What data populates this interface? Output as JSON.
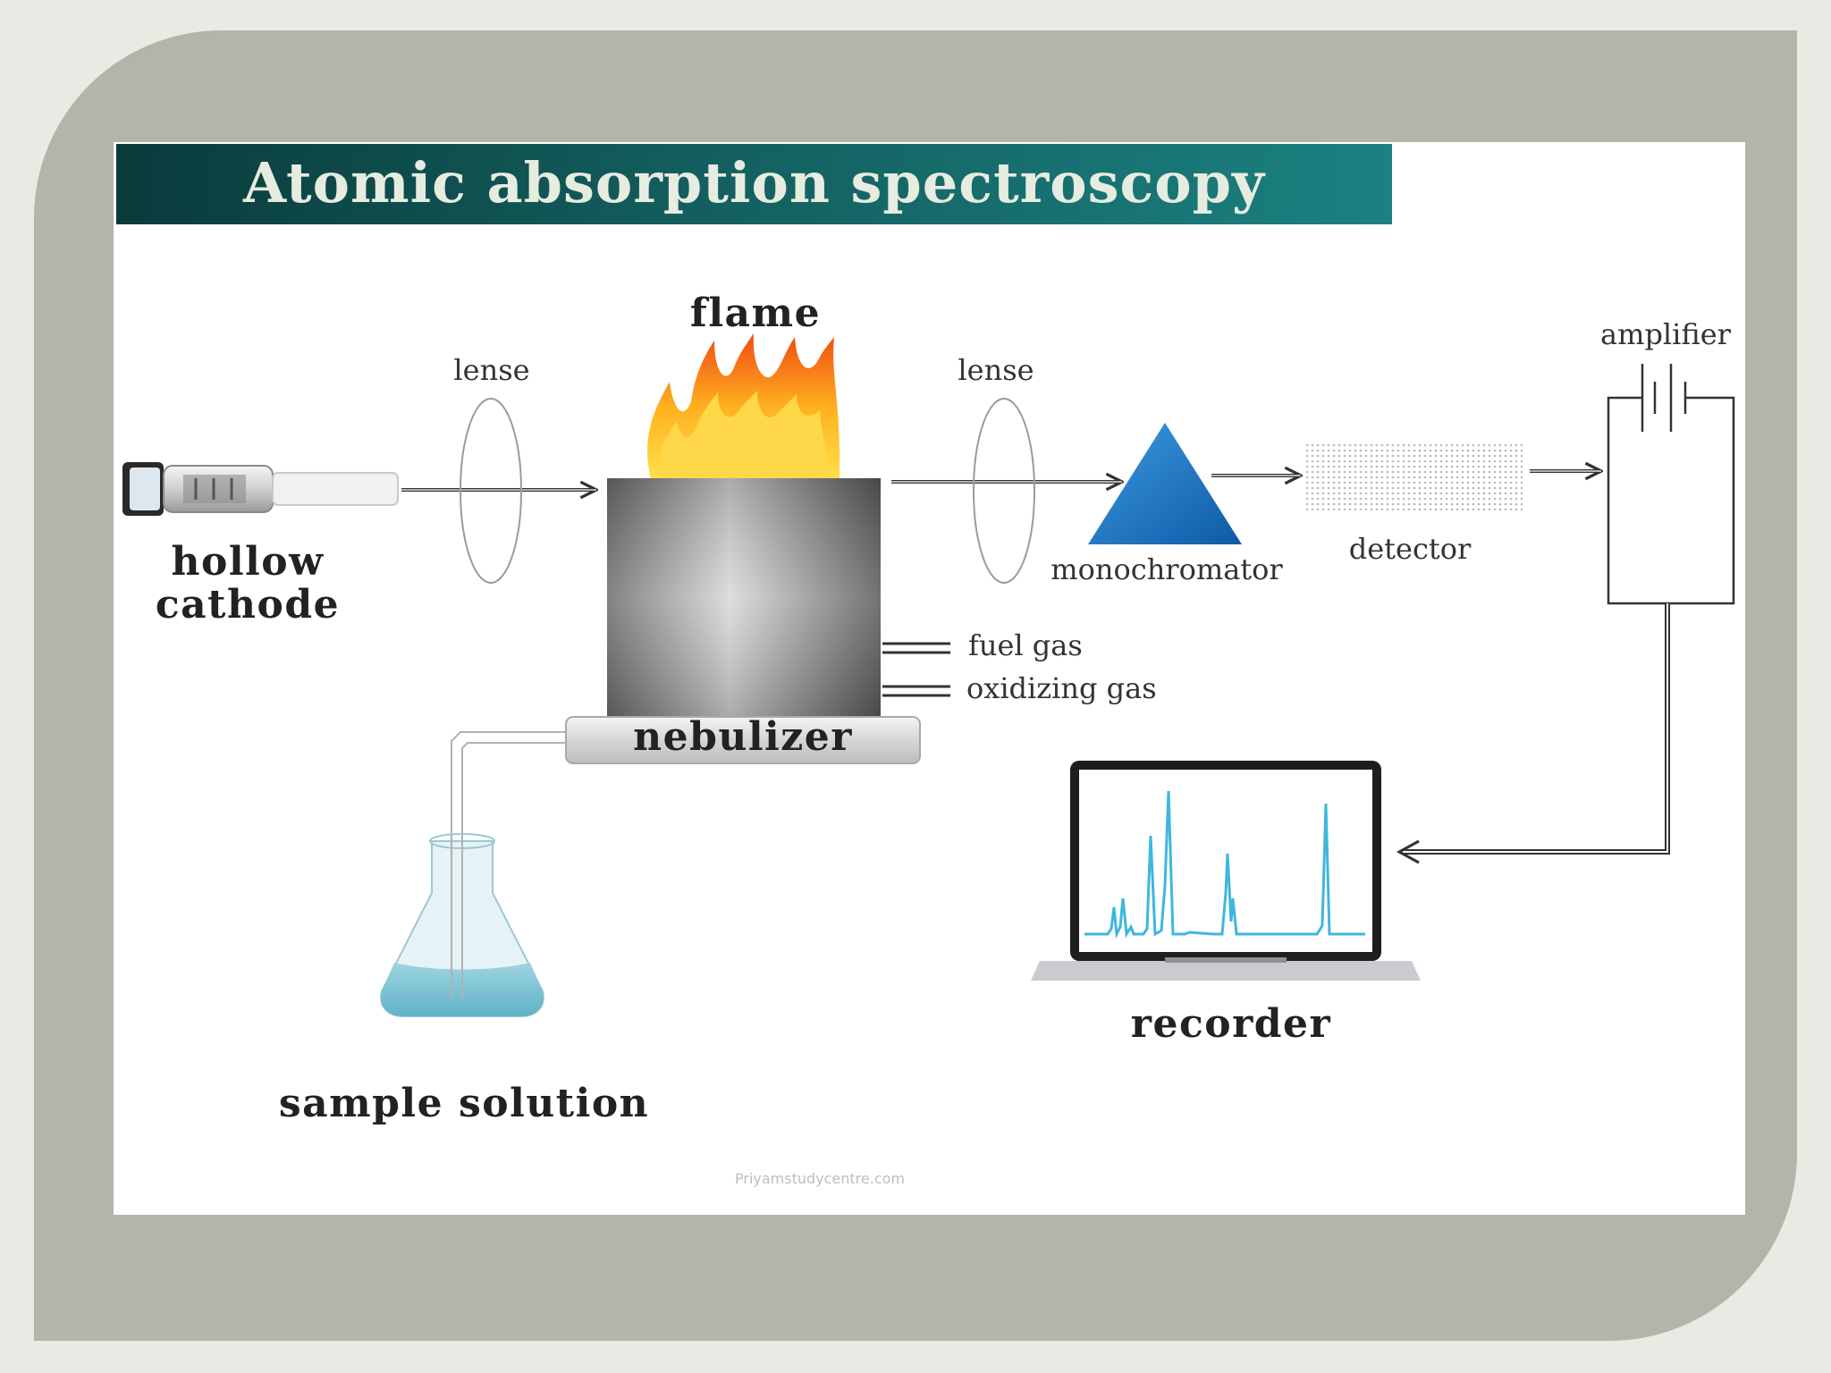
{
  "title": "Atomic absorption spectroscopy",
  "labels": {
    "flame": "flame",
    "lense_left": "lense",
    "lense_right": "lense",
    "amplifier": "amplifier",
    "hollow_cathode_line1": "hollow",
    "hollow_cathode_line2": "cathode",
    "monochromator": "monochromator",
    "detector": "detector",
    "fuel_gas": "fuel gas",
    "oxidizing_gas": "oxidizing gas",
    "nebulizer": "nebulizer",
    "recorder": "recorder",
    "sample_solution": "sample solution"
  },
  "watermark": "Priyamstudycentre.com",
  "colors": {
    "title_bar_dark": "#0a3b3b",
    "title_bar_light": "#1c8181",
    "frame": "#b3b5a8",
    "prism": "#1f78c4",
    "spectrum_line": "#3fb6dd",
    "flame_outer": "#f25a1c",
    "flame_inner": "#ffd21e"
  },
  "icons": [
    "hollow-cathode-lamp-icon",
    "lens-icon",
    "flame-icon",
    "burner-icon",
    "prism-icon",
    "detector-icon",
    "amplifier-circuit-icon",
    "laptop-icon",
    "flask-icon"
  ]
}
